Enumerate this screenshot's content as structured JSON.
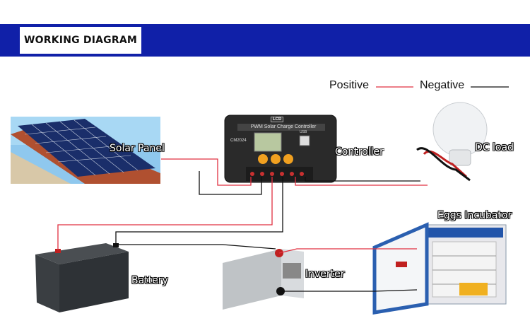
{
  "header": {
    "title": "WORKING DIAGRAM"
  },
  "legend": {
    "positive_label": "Positive",
    "negative_label": "Negative",
    "positive_color": "#e03040",
    "negative_color": "#111111"
  },
  "components": {
    "solar_panel": "Solar Panel",
    "controller": "Controller",
    "dc_load": "DC load",
    "eggs_incubator": "Eggs Incubator",
    "battery": "Battery",
    "inverter": "Inverter"
  },
  "device_text": {
    "controller_badge": "LCD",
    "controller_name": "PWM Solar Charge Controller",
    "controller_model": "CM2024",
    "controller_usb": "USB"
  }
}
